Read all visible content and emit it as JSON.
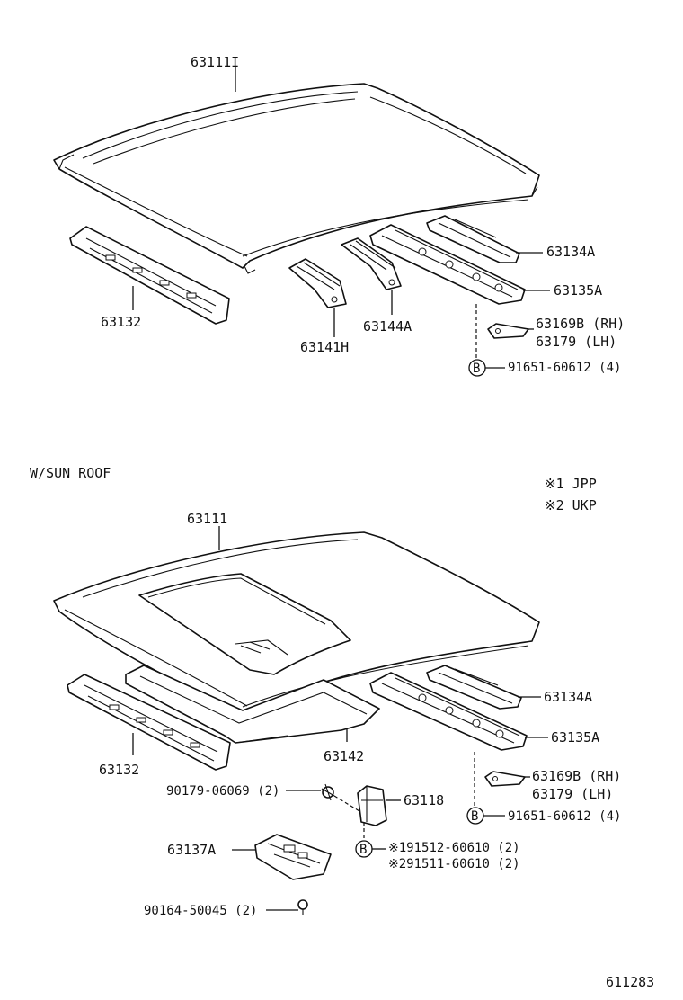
{
  "sections": {
    "top": {
      "labels": {
        "roof_panel": "63111I",
        "front_header": "63132",
        "rear_rail": "63134A",
        "side_rail": "63135A",
        "bracket_rh": "63169B (RH)",
        "bracket_lh": "63179  (LH)",
        "bolt": "91651-60612 (4)",
        "reinf_a": "63141H",
        "reinf_b": "63144A",
        "marker": "B"
      }
    },
    "sunroof": {
      "heading": "W/SUN ROOF",
      "notes": [
        "※1 JPP",
        "※2 UKP"
      ],
      "labels": {
        "roof_panel": "63111",
        "front_header": "63132",
        "rear_rail": "63134A",
        "side_rail": "63135A",
        "frame": "63142",
        "bracket_rh": "63169B (RH)",
        "bracket_lh": "63179  (LH)",
        "screw": "90179-06069 (2)",
        "clip": "63118",
        "bolt": "91651-60612 (4)",
        "housing": "63137A",
        "screw_b": "90164-50045 (2)",
        "bolt_jpp": "※191512-60610 (2)",
        "bolt_ukp": "※291511-60610 (2)",
        "marker_a": "B",
        "marker_b": "B"
      }
    }
  },
  "figure_number": "611283"
}
